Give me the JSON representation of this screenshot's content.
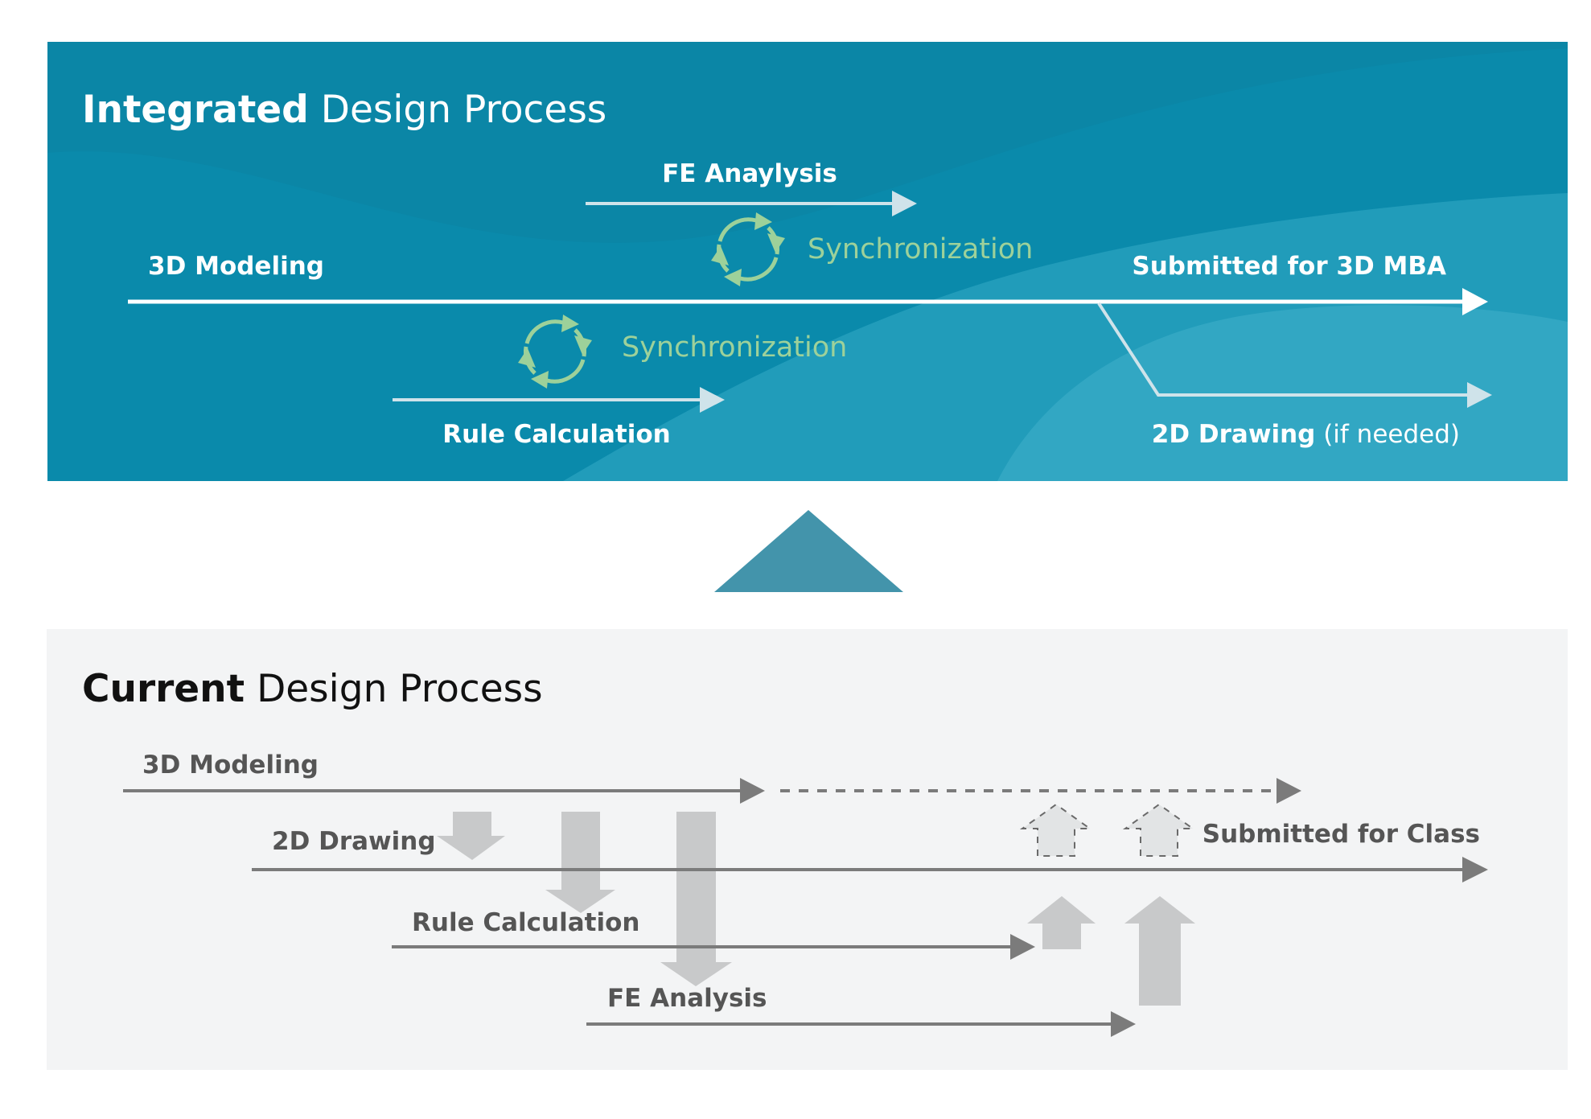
{
  "colors": {
    "integrated_bg": "#0a8aab",
    "integrated_bg_light": "#3aa9c4",
    "current_bg": "#f3f4f5",
    "sync_green": "#9dd19a",
    "divider_triangle": "#4394ab",
    "dark_arrow": "#7b7b7b",
    "light_arrow": "#c8c9ca"
  },
  "integrated": {
    "title_bold": "Integrated",
    "title_rest": "Design Process",
    "labels": {
      "fe_analysis": "FE Anaylysis",
      "modeling": "3D Modeling",
      "submitted": "Submitted for 3D MBA",
      "rule_calc": "Rule Calculation",
      "drawing_bold": "2D Drawing",
      "drawing_note": "(if needed)",
      "sync_top": "Synchronization",
      "sync_bottom": "Synchronization"
    },
    "icons": [
      "sync-cycle-icon",
      "sync-cycle-icon"
    ]
  },
  "current": {
    "title_bold": "Current",
    "title_rest": "Design Process",
    "labels": {
      "modeling": "3D Modeling",
      "drawing": "2D Drawing",
      "rule_calc": "Rule Calculation",
      "fe_analysis": "FE Analysis",
      "submitted": "Submitted for Class"
    }
  }
}
